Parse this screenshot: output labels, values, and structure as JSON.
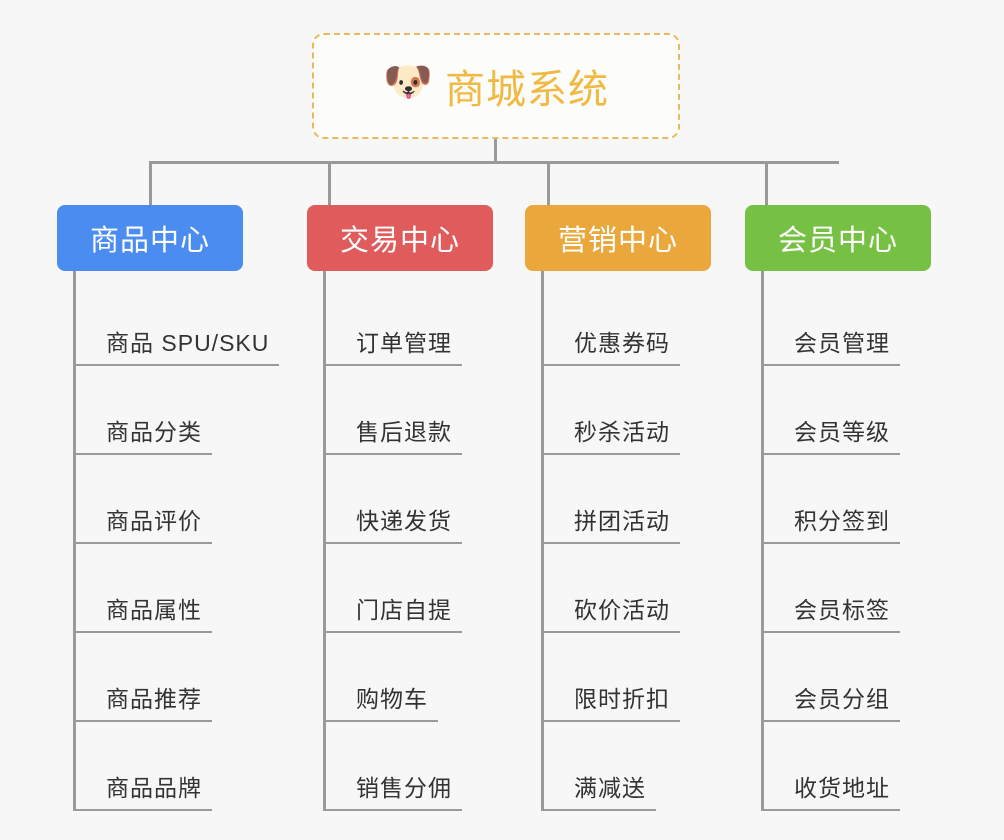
{
  "root": {
    "icon": "dog-face-emoji",
    "icon_glyph": "🐶",
    "title": "商城系统",
    "title_color": "#f0b941",
    "border_color": "#e9b95d"
  },
  "background_color": "#f7f7f7",
  "connector_color": "#9a9a9a",
  "branches": [
    {
      "label": "商品中心",
      "color": "#4a8cf0",
      "items": [
        "商品 SPU/SKU",
        "商品分类",
        "商品评价",
        "商品属性",
        "商品推荐",
        "商品品牌"
      ]
    },
    {
      "label": "交易中心",
      "color": "#e05c5c",
      "items": [
        "订单管理",
        "售后退款",
        "快递发货",
        "门店自提",
        "购物车",
        "销售分佣"
      ]
    },
    {
      "label": "营销中心",
      "color": "#eaa83c",
      "items": [
        "优惠券码",
        "秒杀活动",
        "拼团活动",
        "砍价活动",
        "限时折扣",
        "满减送"
      ]
    },
    {
      "label": "会员中心",
      "color": "#76c043",
      "items": [
        "会员管理",
        "会员等级",
        "积分签到",
        "会员标签",
        "会员分组",
        "收货地址"
      ]
    }
  ]
}
